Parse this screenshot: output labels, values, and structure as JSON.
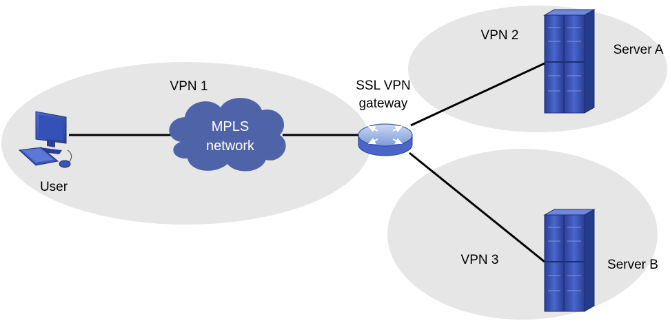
{
  "regions": {
    "vpn1": "VPN 1",
    "vpn2": "VPN 2",
    "vpn3": "VPN 3"
  },
  "nodes": {
    "user": "User",
    "cloud_line1": "MPLS",
    "cloud_line2": "network",
    "gateway_line1": "SSL VPN",
    "gateway_line2": "gateway",
    "server_a": "Server A",
    "server_b": "Server B"
  },
  "colors": {
    "region_fill": "#e6e6e6",
    "cloud_fill": "#4f64a8",
    "server_fill": "#3a55b5",
    "link": "#000000"
  },
  "icons": {
    "user": "desktop-computer-icon",
    "cloud": "cloud-icon",
    "gateway": "router-icon",
    "server": "server-rack-icon"
  }
}
